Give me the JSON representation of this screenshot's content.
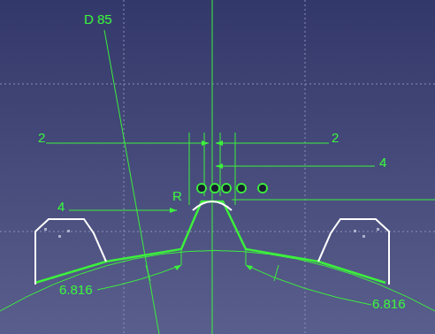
{
  "diagram": {
    "labels": [
      "D 85",
      "2",
      "2",
      "4",
      "4",
      "R",
      "6.816",
      "6.816"
    ]
  }
}
